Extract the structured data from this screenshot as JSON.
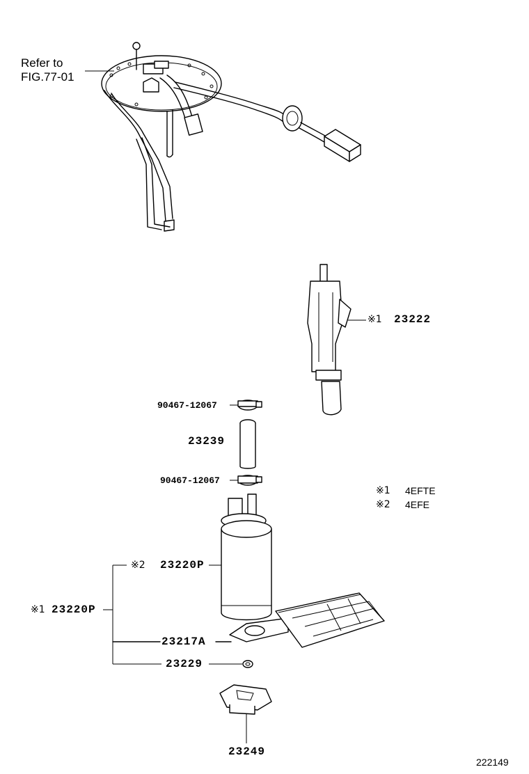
{
  "reference": {
    "line1": "Refer to",
    "line2": "FIG.77-01"
  },
  "parts": {
    "p23222": {
      "mark": "※1",
      "number": "23222"
    },
    "p90467_top": {
      "number": "90467-12067"
    },
    "p23239": {
      "number": "23239"
    },
    "p90467_bottom": {
      "number": "90467-12067"
    },
    "p23220P_a": {
      "mark": "※2",
      "number": "23220P"
    },
    "p23220P_b": {
      "mark": "※1",
      "number": "23220P"
    },
    "p23217A": {
      "number": "23217A"
    },
    "p23229": {
      "number": "23229"
    },
    "p23249": {
      "number": "23249"
    }
  },
  "legend": [
    {
      "mark": "※1",
      "text": "4EFTE"
    },
    {
      "mark": "※2",
      "text": "4EFE"
    }
  ],
  "figure_number": "222149"
}
